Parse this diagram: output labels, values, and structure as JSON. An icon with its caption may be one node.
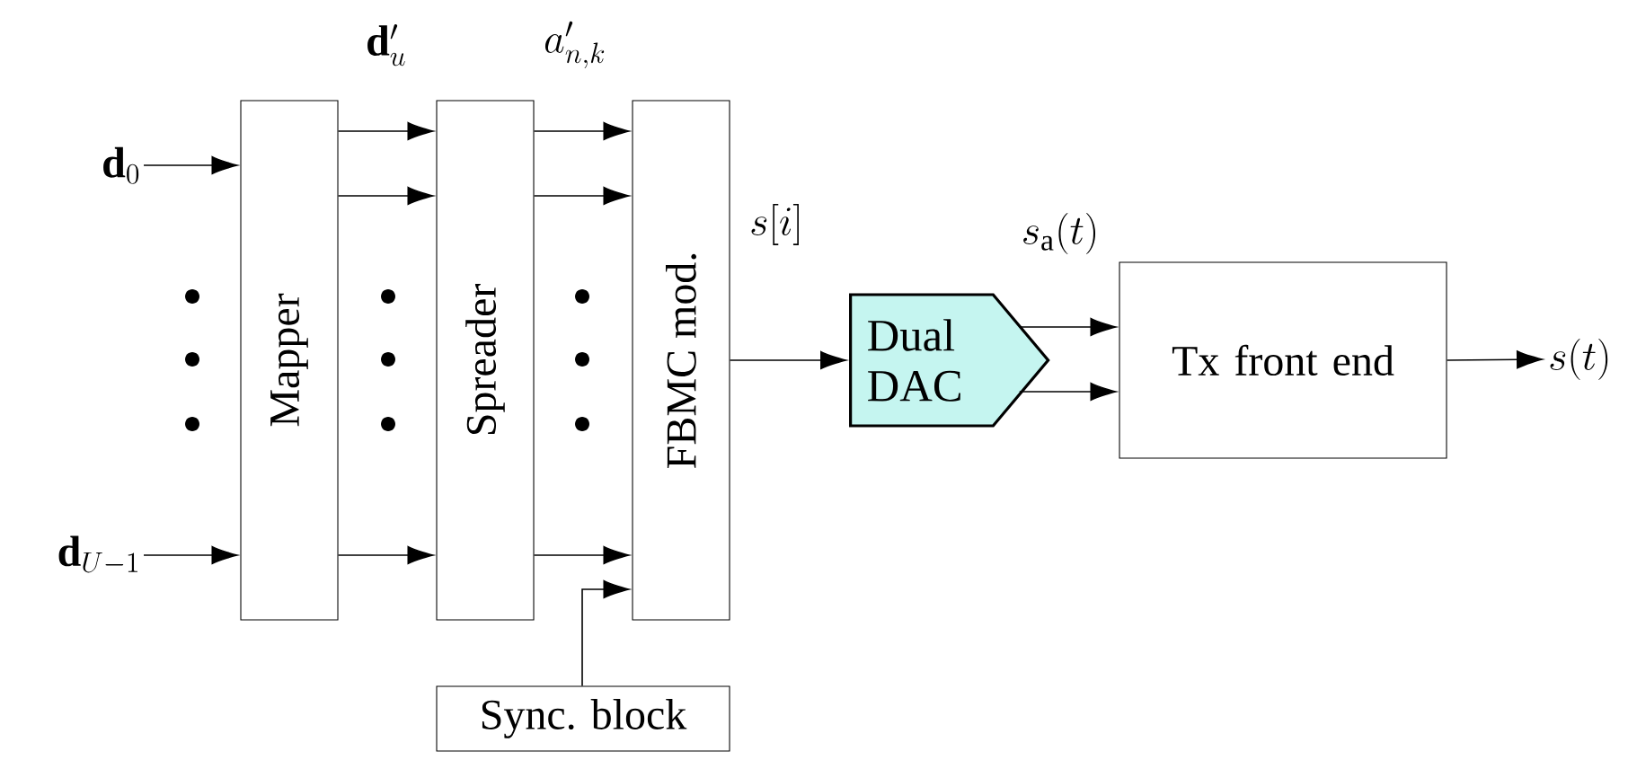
{
  "diagram": {
    "nodes": [
      {
        "text": [
          "\\mathbf{d}_0"
        ]
      },
      {
        "text": [
          "\\mathbf{d}_{U-1}"
        ]
      },
      {
        "text": [
          "Mapper"
        ]
      },
      {
        "text": [
          "Spreader"
        ]
      },
      {
        "text": [
          "FBMC mod."
        ]
      },
      {
        "text": [
          "Sync. block"
        ]
      },
      {
        "text": [
          "Dual DAC"
        ]
      },
      {
        "text": [
          "Tx front end"
        ]
      },
      {
        "text": [
          "s(t)"
        ]
      }
    ],
    "edges": [
      {
        "from": 0,
        "to": 2,
        "arrow": "to"
      },
      {
        "from": 1,
        "to": 2,
        "arrow": "to"
      },
      {
        "from": 2,
        "to": 3,
        "arrow": "to"
      },
      {
        "from": 2,
        "to": 3,
        "arrow": "to"
      },
      {
        "from": 2,
        "to": 3,
        "arrow": "to"
      },
      {
        "from": 3,
        "to": 4,
        "arrow": "to"
      },
      {
        "from": 3,
        "to": 4,
        "arrow": "to"
      },
      {
        "from": 3,
        "to": 4,
        "arrow": "to"
      },
      {
        "from": 5,
        "to": 4,
        "arrow": "to"
      },
      {
        "from": 4,
        "to": 6,
        "arrow": "to"
      },
      {
        "from": 6,
        "to": 7,
        "arrow": "to"
      },
      {
        "from": 6,
        "to": 7,
        "arrow": "to"
      },
      {
        "from": 7,
        "to": 8,
        "arrow": "to"
      }
    ],
    "labels": [
      "\\mathbf{d}'_u",
      "a'_{n,k}",
      "s[i]",
      "s_{\\mathrm{a}}(t)"
    ]
  }
}
